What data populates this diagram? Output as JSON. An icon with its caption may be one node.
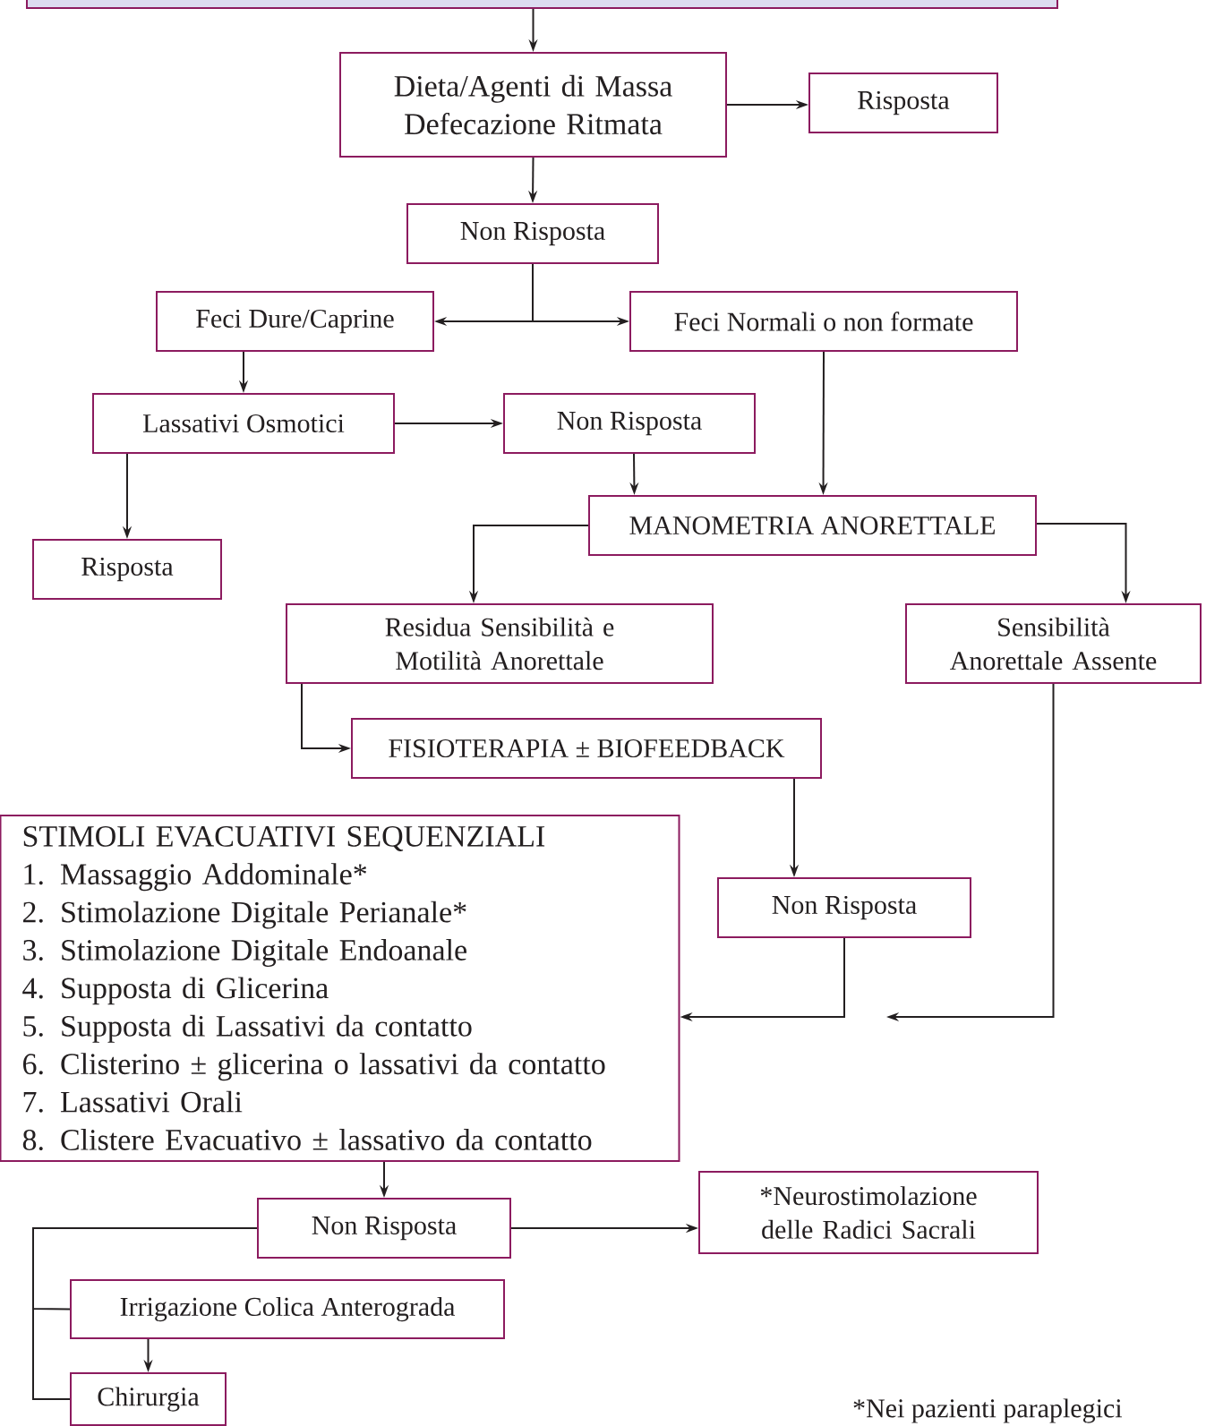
{
  "diagram": {
    "nodes": [
      {
        "text": [],
        "shape": "box"
      },
      {
        "text": [
          "Dieta/Agenti di Massa Defecazione Ritmata"
        ]
      },
      {
        "text": [
          "Risposta"
        ]
      },
      {
        "text": [
          "Non Risposta"
        ]
      },
      {
        "text": [
          "Feci Dure/Caprine"
        ]
      },
      {
        "text": [
          "Feci Normali o non formate"
        ]
      },
      {
        "text": [
          "Lassativi Osmotici"
        ]
      },
      {
        "text": [
          "Non Risposta"
        ]
      },
      {
        "text": [
          "Risposta"
        ]
      },
      {
        "text": [
          "MANOMETRIA ANORETTALE"
        ]
      },
      {
        "text": [
          "Residua Sensibilità e Motilità Anorettale"
        ]
      },
      {
        "text": [
          "Sensibilità Anorettale Assente"
        ]
      },
      {
        "text": [
          "FISIOTERAPIA ± BIOFEEDBACK"
        ]
      },
      {
        "text": [
          "STIMOLI EVACUATIVI SEQUENZIALI",
          "1. Massaggio Addominale*",
          "2. Stimolazione Digitale Perianale*",
          "3. Stimolazione Digitale Endoanale",
          "4. Supposta di Glicerina",
          "5. Supposta di Lassativi da contatto",
          "6. Clisterino ± glicerina o lassativi da contatto",
          "7. Lassativi Orali",
          "8. Clistere Evacuativo ± lassativo da contatto"
        ]
      },
      {
        "text": [
          "Non Risposta"
        ]
      },
      {
        "text": [
          "Non Risposta"
        ]
      },
      {
        "text": [
          "*Neurostimolazione delle Radici Sacrali"
        ]
      },
      {
        "text": [
          "Irrigazione Colica Anterograda"
        ]
      },
      {
        "text": [
          "Chirurgia"
        ]
      }
    ],
    "edges": [
      {
        "from": 0,
        "to": 1,
        "arrow": "to"
      },
      {
        "from": 1,
        "to": 2,
        "arrow": "to"
      },
      {
        "from": 1,
        "to": 3,
        "arrow": "to"
      },
      {
        "from": 3,
        "to": 4,
        "arrow": "to"
      },
      {
        "from": 3,
        "to": 5,
        "arrow": "to"
      },
      {
        "from": 4,
        "to": 6,
        "arrow": "to"
      },
      {
        "from": 6,
        "to": 7,
        "arrow": "to"
      },
      {
        "from": 6,
        "to": 8,
        "arrow": "to"
      },
      {
        "from": 7,
        "to": 9,
        "arrow": "to"
      },
      {
        "from": 5,
        "to": 9,
        "arrow": "to"
      },
      {
        "from": 9,
        "to": 10,
        "arrow": "to"
      },
      {
        "from": 9,
        "to": 11,
        "arrow": "to"
      },
      {
        "from": 10,
        "to": 12,
        "arrow": "to"
      },
      {
        "from": 12,
        "to": 14,
        "arrow": "to"
      },
      {
        "from": 14,
        "to": 13,
        "arrow": "to"
      },
      {
        "from": 11,
        "to": null,
        "arrow": "to"
      },
      {
        "from": 13,
        "to": 15,
        "arrow": "to"
      },
      {
        "from": 15,
        "to": 16,
        "arrow": "to"
      },
      {
        "from": 15,
        "to": 17,
        "arrow": "none"
      },
      {
        "from": 15,
        "to": 18,
        "arrow": "none"
      },
      {
        "from": 17,
        "to": 18,
        "arrow": "to"
      }
    ],
    "labels": [
      "*Nei pazienti paraplegici"
    ]
  }
}
